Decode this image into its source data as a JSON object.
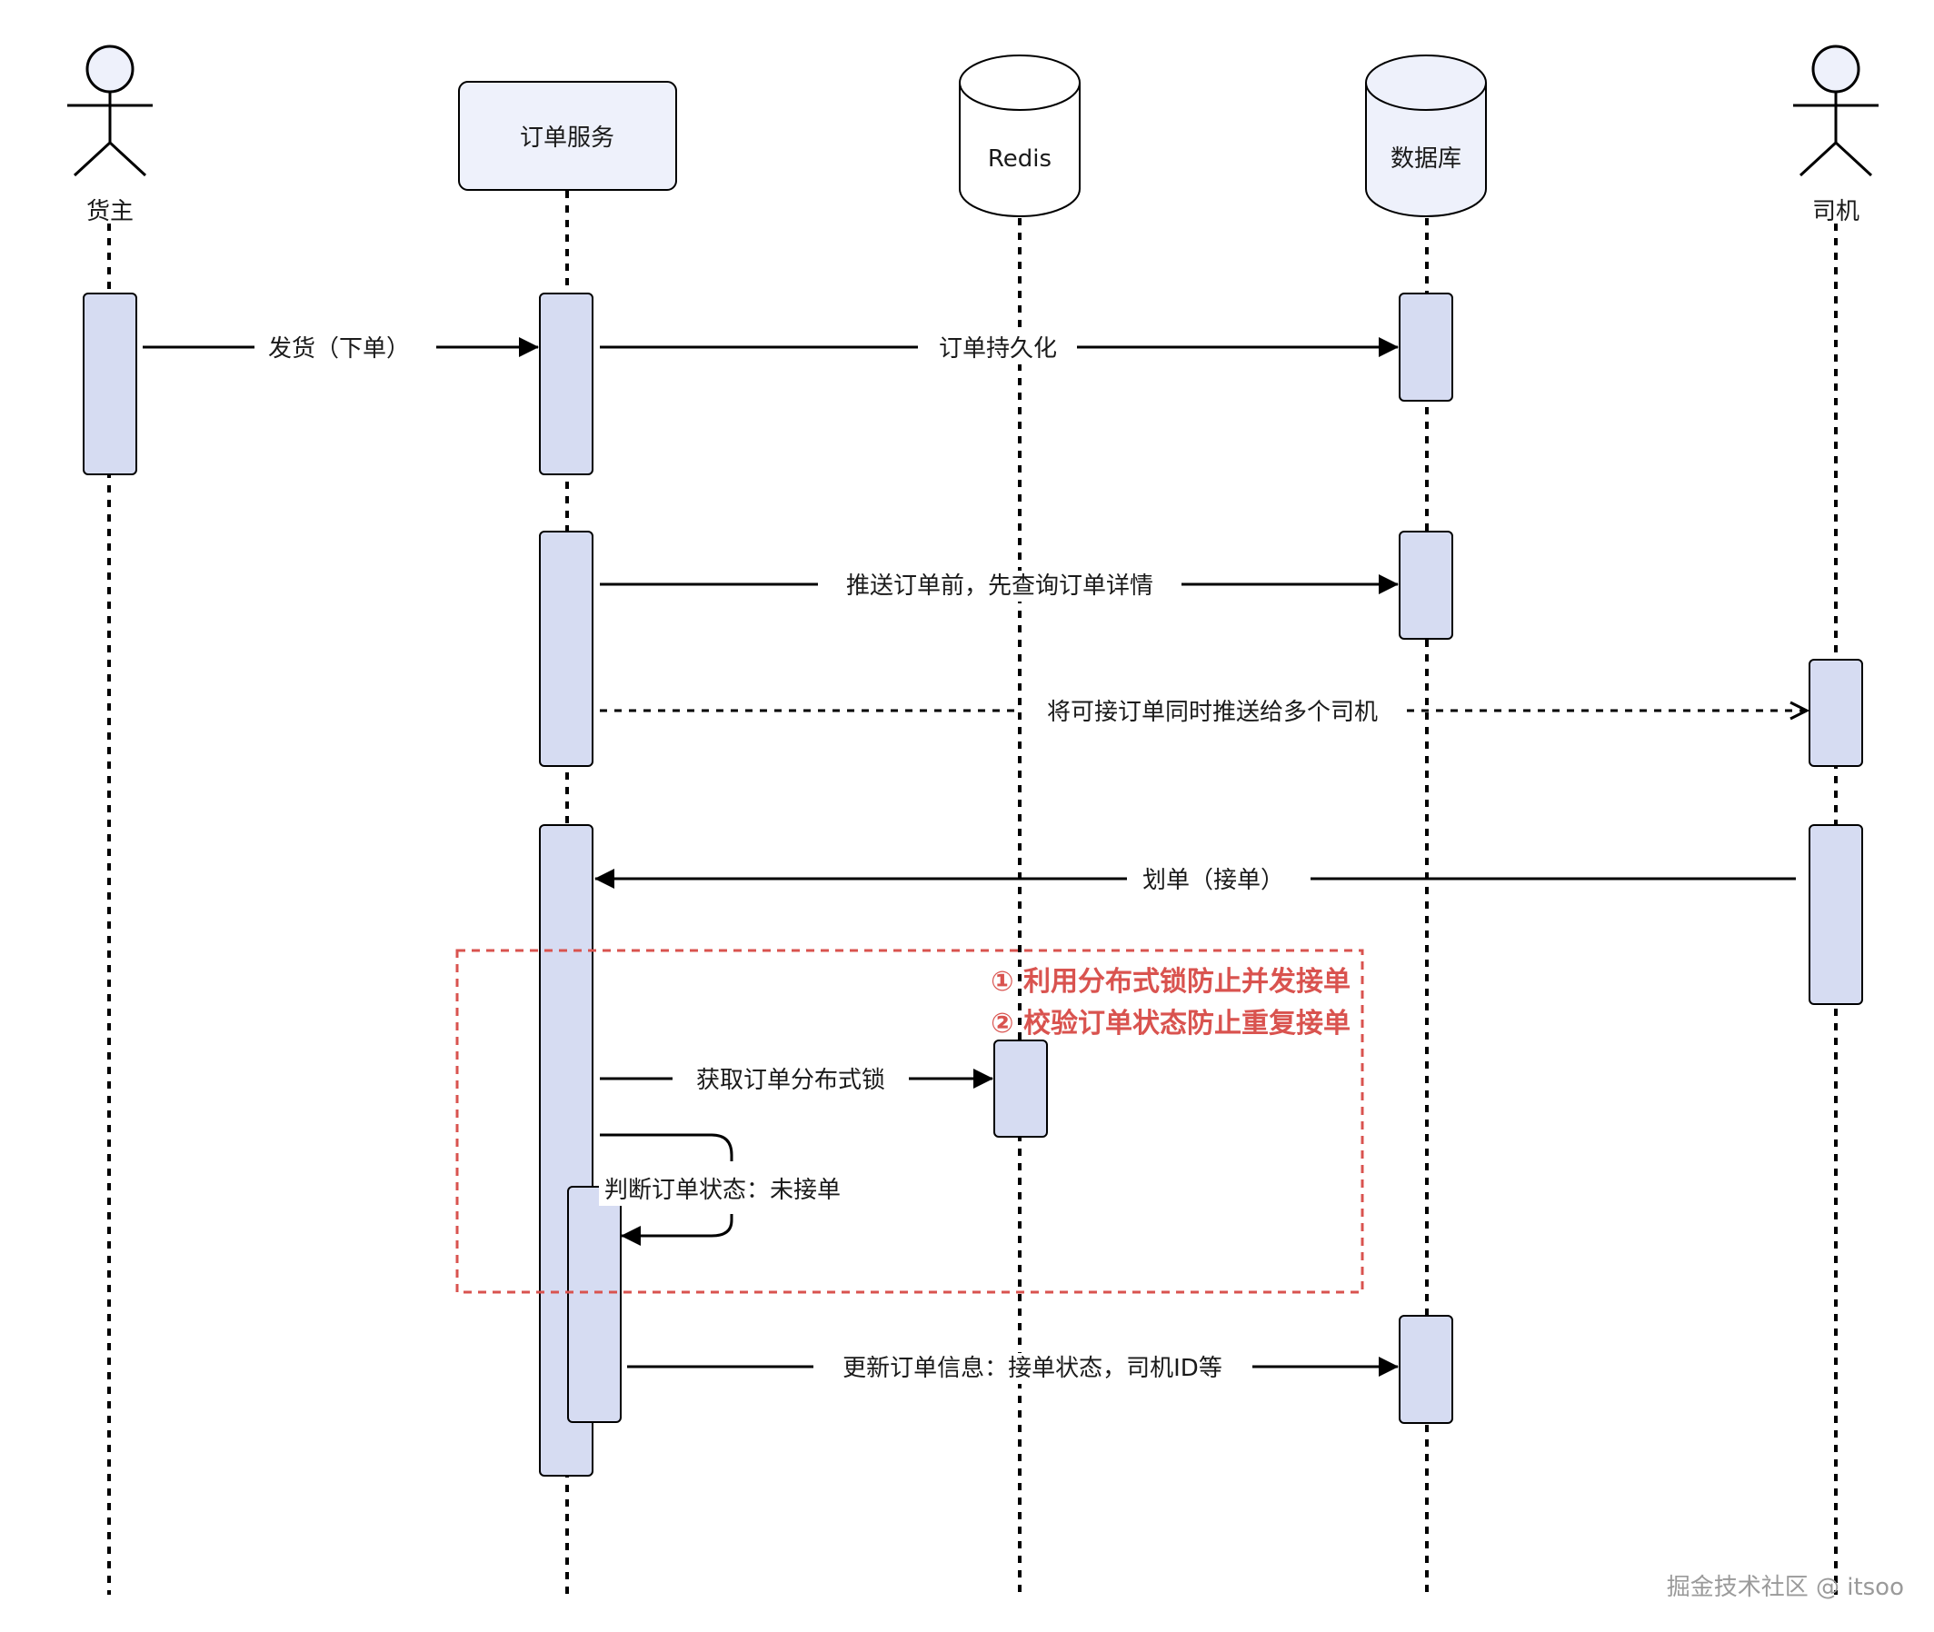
{
  "participants": [
    {
      "key": "shipper",
      "label": "货主",
      "kind": "actor"
    },
    {
      "key": "order_service",
      "label": "订单服务",
      "kind": "box"
    },
    {
      "key": "redis",
      "label": "Redis",
      "kind": "database"
    },
    {
      "key": "database",
      "label": "数据库",
      "kind": "database"
    },
    {
      "key": "driver",
      "label": "司机",
      "kind": "actor"
    }
  ],
  "messages": [
    {
      "key": "ship_order",
      "label": "发货（下单）",
      "from": "shipper",
      "to": "order_service",
      "style": "solid"
    },
    {
      "key": "persist_order",
      "label": "订单持久化",
      "from": "order_service",
      "to": "database",
      "style": "solid"
    },
    {
      "key": "query_detail",
      "label": "推送订单前，先查询订单详情",
      "from": "order_service",
      "to": "database",
      "style": "solid"
    },
    {
      "key": "push_drivers",
      "label": "将可接订单同时推送给多个司机",
      "from": "order_service",
      "to": "driver",
      "style": "dashed"
    },
    {
      "key": "grab_order",
      "label": "划单（接单）",
      "from": "driver",
      "to": "order_service",
      "style": "solid"
    },
    {
      "key": "acquire_lock",
      "label": "获取订单分布式锁",
      "from": "order_service",
      "to": "redis",
      "style": "solid"
    },
    {
      "key": "check_status",
      "label": "判断订单状态：未接单",
      "from": "order_service",
      "to": "order_service",
      "style": "self"
    },
    {
      "key": "update_order",
      "label": "更新订单信息：接单状态，司机ID等",
      "from": "order_service",
      "to": "database",
      "style": "solid"
    }
  ],
  "notes": [
    "① 利用分布式锁防止并发接单",
    "② 校验订单状态防止重复接单"
  ],
  "watermark": "掘金技术社区 @ itsoo",
  "colors": {
    "activation_fill": "#d6dcf2",
    "participant_box_fill": "#eef1fb",
    "line": "#000000",
    "note_text": "#d9534f",
    "note_border": "#d9534f",
    "watermark": "#9a9a9a"
  }
}
